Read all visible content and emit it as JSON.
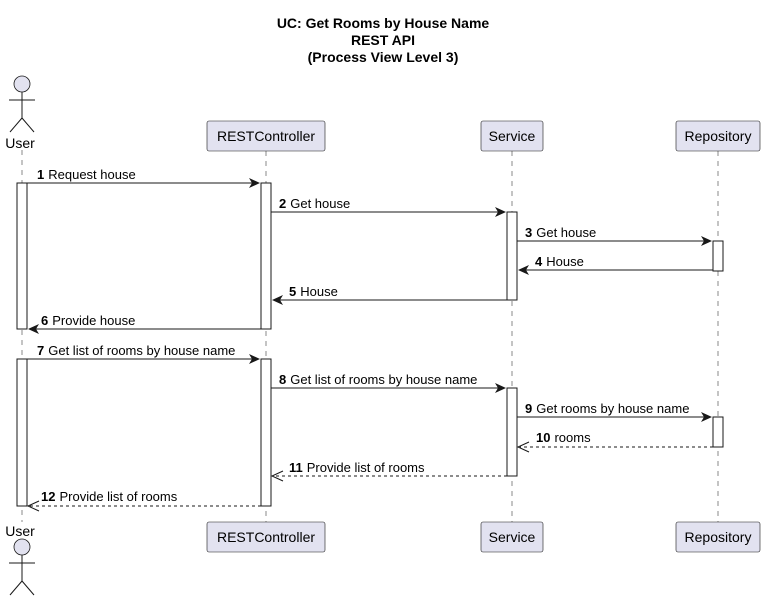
{
  "title": {
    "line1": "UC: Get Rooms by House Name",
    "line2": "REST API",
    "line3": "(Process View Level 3)"
  },
  "participants": [
    {
      "id": "user",
      "label": "User",
      "kind": "actor"
    },
    {
      "id": "rest",
      "label": "RESTController",
      "kind": "box"
    },
    {
      "id": "service",
      "label": "Service",
      "kind": "box"
    },
    {
      "id": "repo",
      "label": "Repository",
      "kind": "box"
    }
  ],
  "messages": [
    {
      "num": "1",
      "text": "Request house",
      "from": "user",
      "to": "rest",
      "kind": "sync"
    },
    {
      "num": "2",
      "text": "Get house",
      "from": "rest",
      "to": "service",
      "kind": "sync"
    },
    {
      "num": "3",
      "text": "Get house",
      "from": "service",
      "to": "repo",
      "kind": "sync"
    },
    {
      "num": "4",
      "text": "House",
      "from": "repo",
      "to": "service",
      "kind": "sync"
    },
    {
      "num": "5",
      "text": "House",
      "from": "service",
      "to": "rest",
      "kind": "sync"
    },
    {
      "num": "6",
      "text": "Provide house",
      "from": "rest",
      "to": "user",
      "kind": "sync"
    },
    {
      "num": "7",
      "text": "Get list of rooms by house name",
      "from": "user",
      "to": "rest",
      "kind": "sync"
    },
    {
      "num": "8",
      "text": "Get list of rooms by house name",
      "from": "rest",
      "to": "service",
      "kind": "sync"
    },
    {
      "num": "9",
      "text": "Get rooms by house name",
      "from": "service",
      "to": "repo",
      "kind": "sync"
    },
    {
      "num": "10",
      "text": "rooms",
      "from": "repo",
      "to": "service",
      "kind": "reply"
    },
    {
      "num": "11",
      "text": "Provide list of rooms",
      "from": "service",
      "to": "rest",
      "kind": "reply"
    },
    {
      "num": "12",
      "text": "Provide list of rooms",
      "from": "rest",
      "to": "user",
      "kind": "reply"
    }
  ],
  "colors": {
    "participant_fill": "#e2e2f0",
    "border": "#181818",
    "lifeline": "#8a8a8a",
    "activation_fill": "#ffffff"
  }
}
